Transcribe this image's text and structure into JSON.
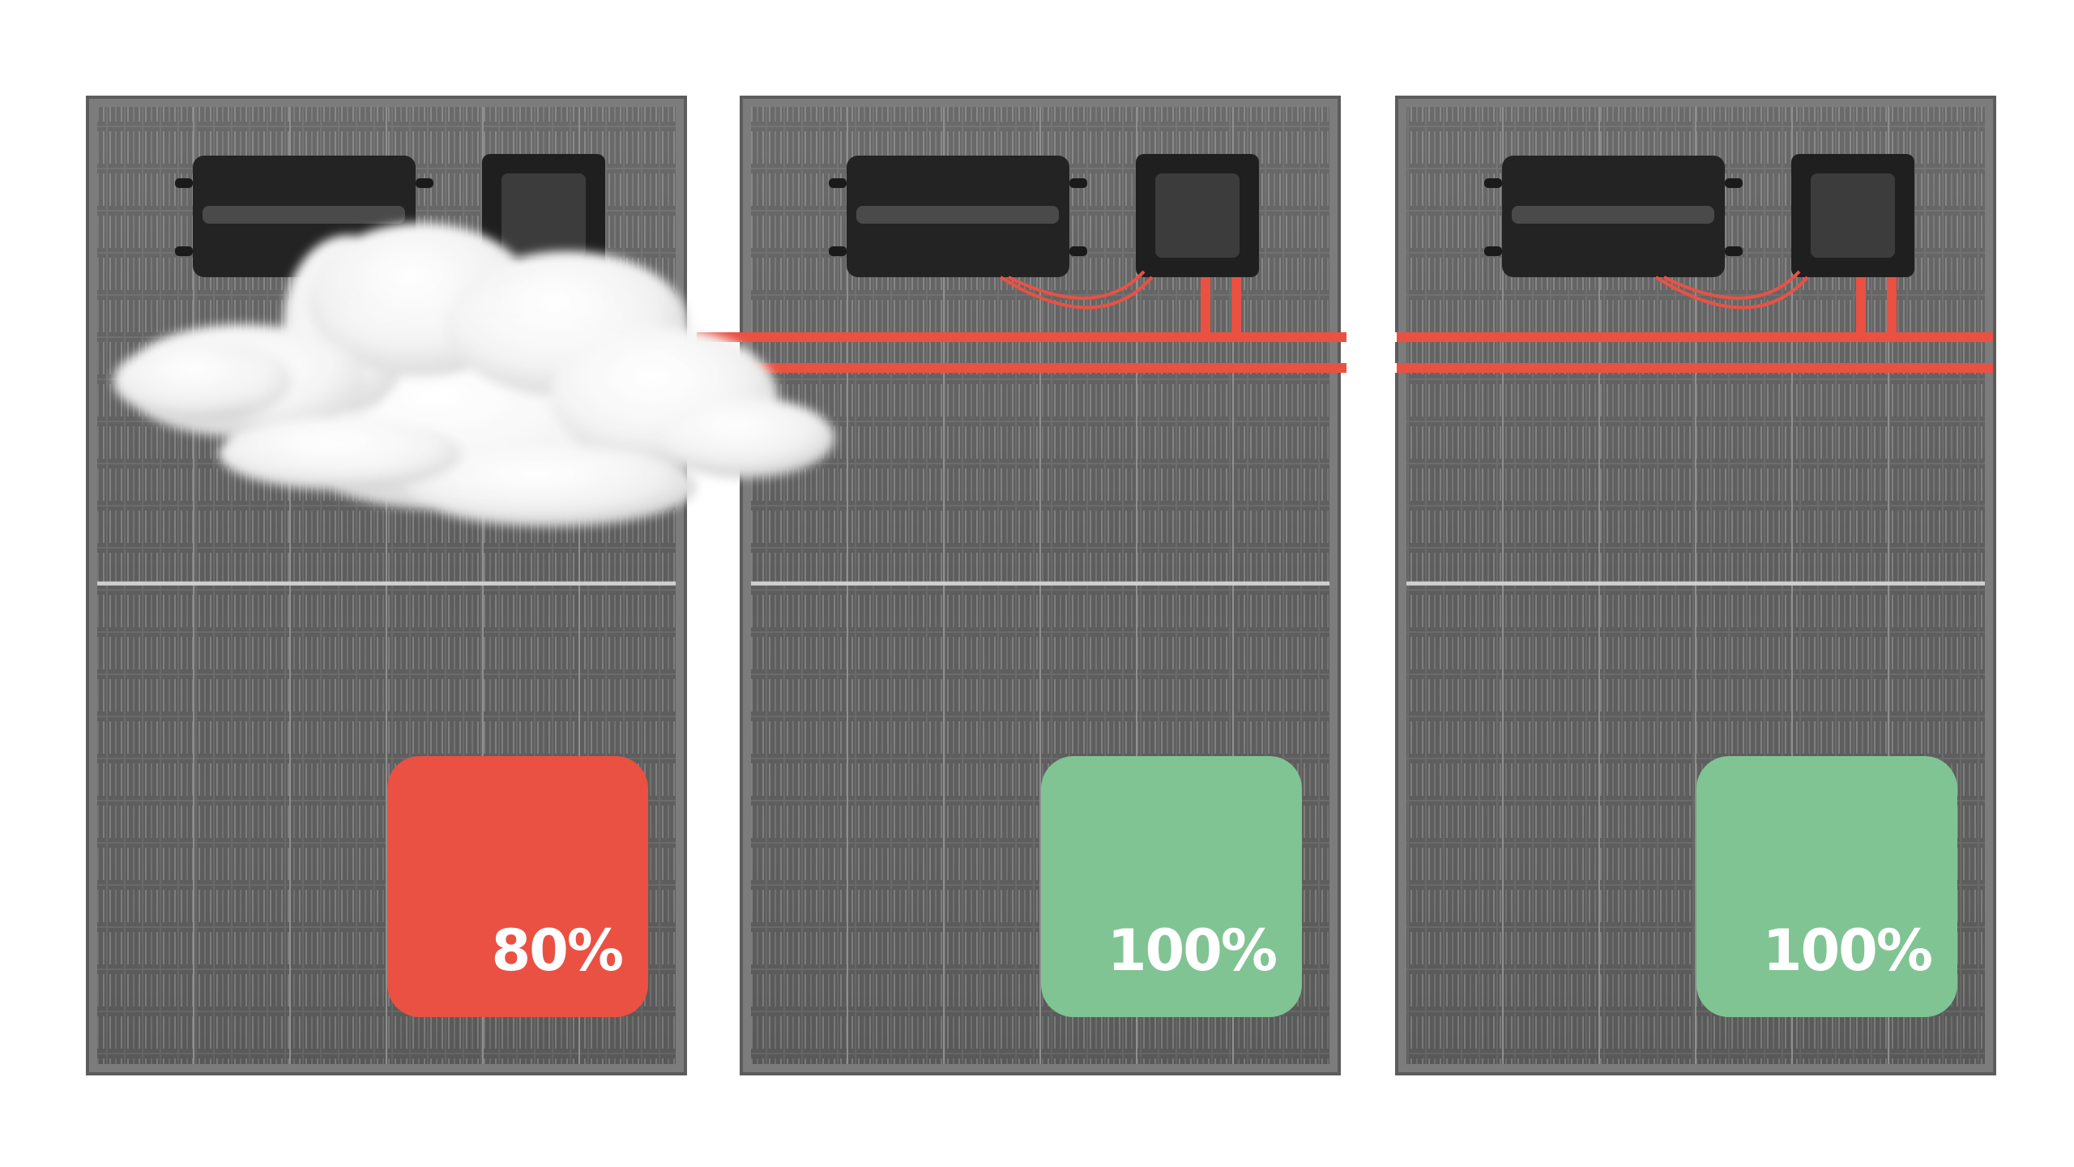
{
  "panels": [
    {
      "label": "80%",
      "status": "shaded",
      "output_fraction": 0.8,
      "badge_color": "#ea5143",
      "shaded_by_cloud": true
    },
    {
      "label": "100%",
      "status": "full",
      "output_fraction": 1.0,
      "badge_color": "#80c493",
      "shaded_by_cloud": false
    },
    {
      "label": "100%",
      "status": "full",
      "output_fraction": 1.0,
      "badge_color": "#80c493",
      "shaded_by_cloud": false
    }
  ],
  "colors": {
    "cable": "#ea5143",
    "panel": "#6b6b6b",
    "optimizer": "#232323",
    "junction_box": "#222222",
    "background": "#ffffff"
  },
  "icons": {
    "cloud": "cloud-icon",
    "optimizer": "optimizer-box-icon",
    "junction_box": "junction-box-icon"
  }
}
